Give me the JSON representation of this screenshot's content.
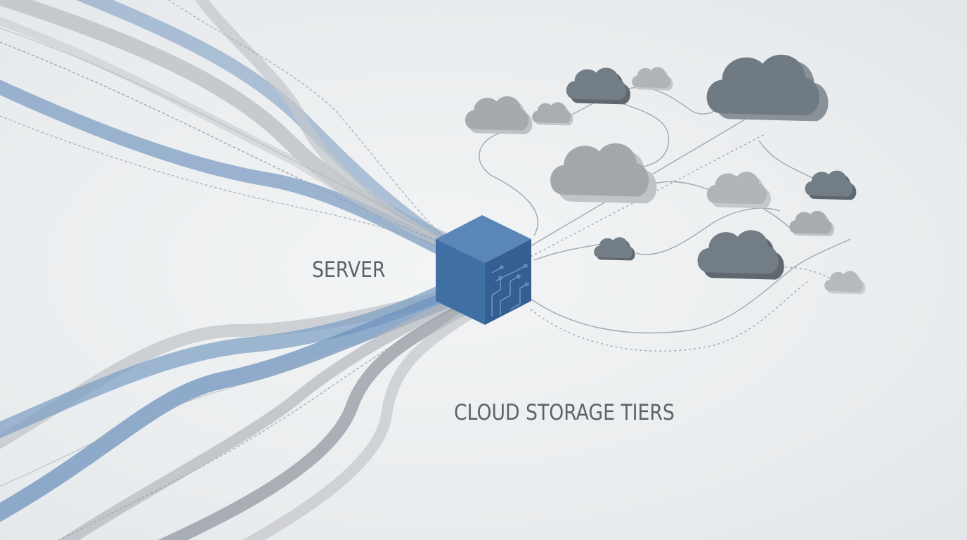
{
  "labels": {
    "server": "SERVER",
    "cloud_storage": "CLOUD STORAGE TIERS"
  },
  "colors": {
    "background": "#eceff1",
    "server_front": "#3f6fa3",
    "server_top": "#5a86b8",
    "server_side": "#2f5b8d",
    "stream_blue": "#7b9cc2",
    "stream_gray": "#b5babf",
    "cloud_dark": "#6f7a82",
    "cloud_light": "#a9adb1",
    "connector": "#a2a7ac",
    "label_text": "#5e6368"
  },
  "icons": {
    "server": "server-cube-icon",
    "cloud": "cloud-icon"
  },
  "clouds": [
    {
      "shade": "light"
    },
    {
      "shade": "light"
    },
    {
      "shade": "dark"
    },
    {
      "shade": "light"
    },
    {
      "shade": "dark"
    },
    {
      "shade": "light"
    },
    {
      "shade": "light"
    },
    {
      "shade": "dark"
    },
    {
      "shade": "light"
    },
    {
      "shade": "dark"
    },
    {
      "shade": "dark"
    },
    {
      "shade": "light"
    }
  ]
}
